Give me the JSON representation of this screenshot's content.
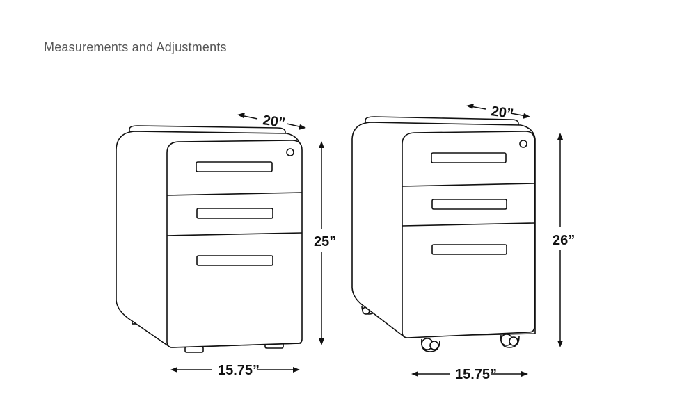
{
  "page": {
    "title": "Measurements and Adjustments"
  },
  "cabinets": [
    {
      "depth_label": "20”",
      "height_label": "25”",
      "width_label": "15.75”",
      "base": "feet"
    },
    {
      "depth_label": "20”",
      "height_label": "26”",
      "width_label": "15.75”",
      "base": "casters"
    }
  ],
  "colors": {
    "line": "#111111",
    "title": "#555555",
    "background": "#ffffff"
  }
}
